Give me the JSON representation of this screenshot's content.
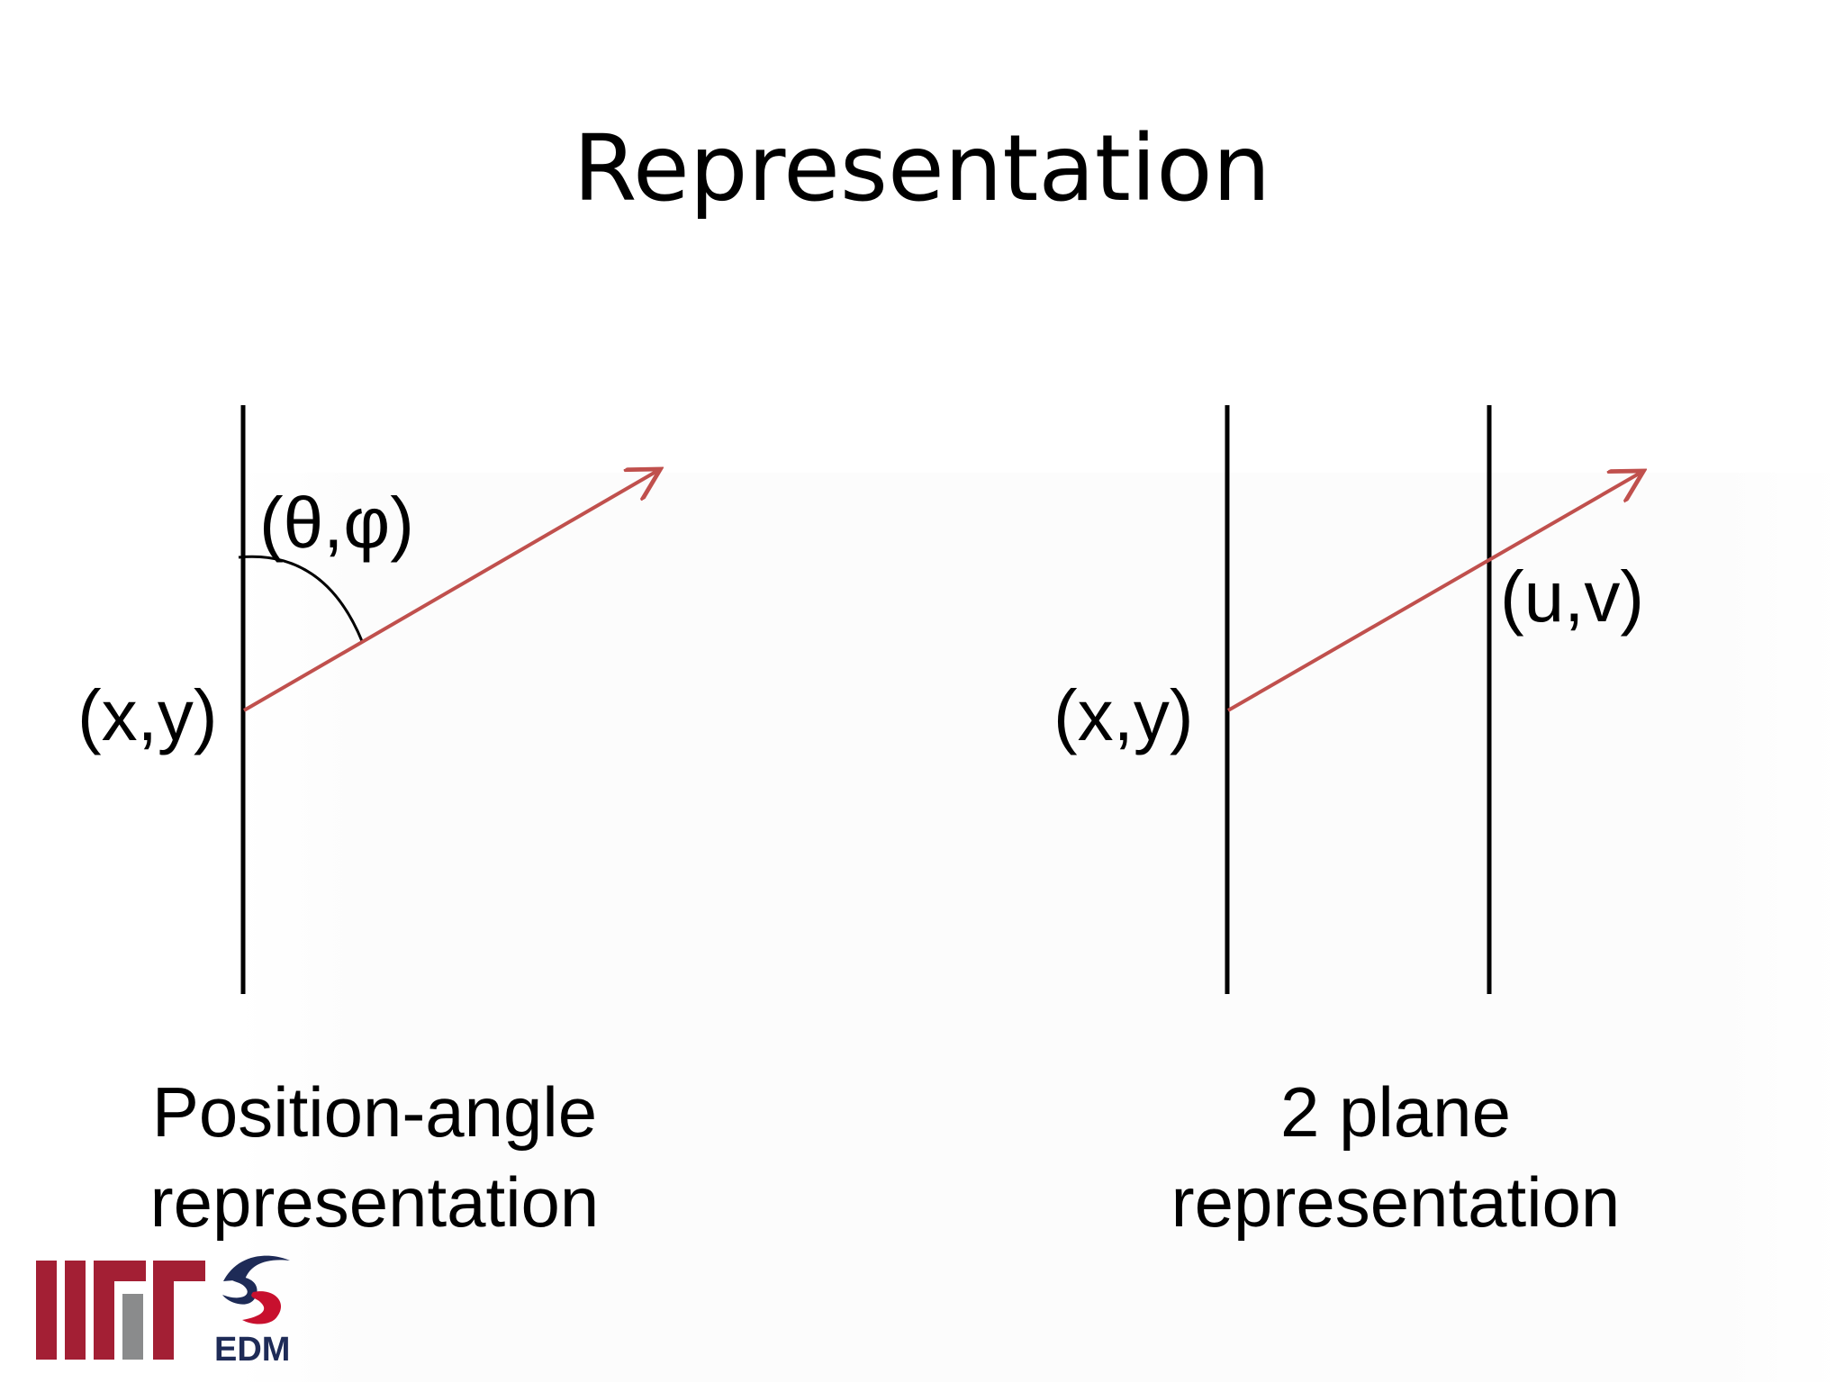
{
  "slide": {
    "title": "Representation"
  },
  "left_diagram": {
    "angle_label": "(θ,φ)",
    "point_label": "(x,y)",
    "caption_line1": "Position-angle",
    "caption_line2": "representation"
  },
  "right_diagram": {
    "point_label": "(x,y)",
    "intersection_label": "(u,v)",
    "caption_line1": "2 plane",
    "caption_line2": "representation"
  },
  "logos": {
    "mit_logo": "MIT",
    "edm_logo_text": "EDM"
  },
  "colors": {
    "ray": "#c0504d",
    "plane": "#000000",
    "mit_red": "#a31f34",
    "mit_gray": "#8a8b8c",
    "edm_navy": "#1e2b57",
    "edm_red": "#c8102e"
  }
}
